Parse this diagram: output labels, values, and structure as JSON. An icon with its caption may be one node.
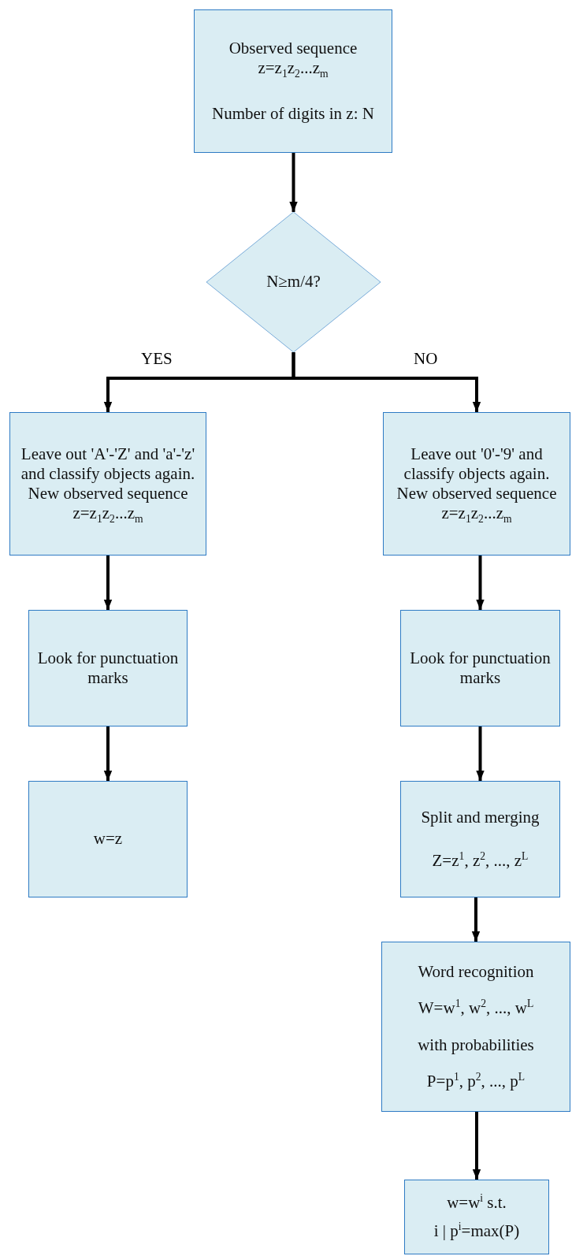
{
  "diagram": {
    "nodes": [
      {
        "text": [
          "Observed sequence z=z$_{1}$z$_{2}$...z$_{m}$",
          "Number of digits in z: N"
        ]
      },
      {
        "text": [
          "N≥m/4?"
        ]
      },
      {
        "text": [
          "Leave out 'A'-'Z' and 'a'-'z' and classify objects again. New observed sequence z=z$_{1}$z$_{2}$...z$_{m}$"
        ]
      },
      {
        "text": [
          "Leave out '0'-'9' and classify objects again. New observed sequence z=z$_{1}$z$_{2}$...z$_{m}$"
        ]
      },
      {
        "text": [
          "Look for punctuation marks"
        ]
      },
      {
        "text": [
          "Look for punctuation marks"
        ]
      },
      {
        "text": [
          "w=z"
        ]
      },
      {
        "text": [
          "Split and merging",
          "Z=z$^{1}$, z$^{2}$, ..., z$^{L}$"
        ]
      },
      {
        "text": [
          "Word recognition",
          "W=w$^{1}$, w$^{2}$, ..., w$^{L}$",
          "with probabilities",
          "P=p$^{1}$, p$^{2}$, ..., p$^{L}$"
        ]
      },
      {
        "text": [
          "w=w$^{i}$ s.t.",
          "i | p$^{i}$=max(P)"
        ]
      }
    ],
    "edges": [
      {
        "from": 0,
        "to": 1,
        "arrow": "to"
      },
      {
        "from": 1,
        "to": 2,
        "arrow": "to",
        "label": "YES"
      },
      {
        "from": 1,
        "to": 3,
        "arrow": "to",
        "label": "NO"
      },
      {
        "from": 2,
        "to": 4,
        "arrow": "to"
      },
      {
        "from": 4,
        "to": 6,
        "arrow": "to"
      },
      {
        "from": 3,
        "to": 5,
        "arrow": "to"
      },
      {
        "from": 5,
        "to": 7,
        "arrow": "to"
      },
      {
        "from": 7,
        "to": 8,
        "arrow": "to"
      },
      {
        "from": 8,
        "to": 9,
        "arrow": "to"
      }
    ]
  }
}
